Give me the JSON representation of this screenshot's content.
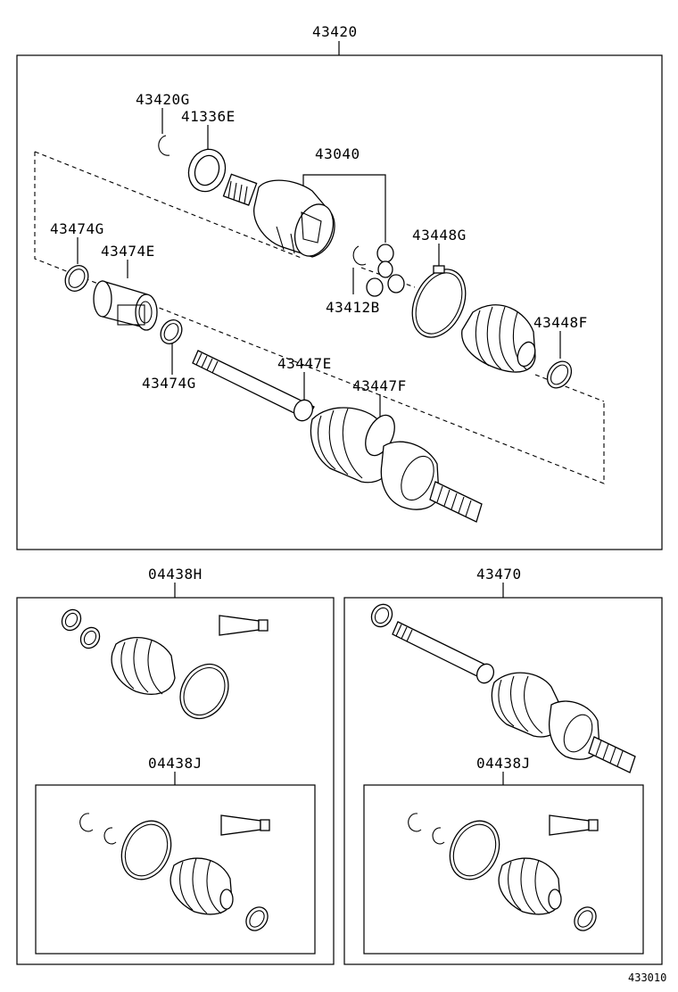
{
  "labels": {
    "main_assembly": "43420",
    "snap_ring_inner": "43420G",
    "seal": "41336E",
    "inboard_joint": "43040",
    "boot_clamp_left_a": "43474G",
    "damper": "43474E",
    "boot_clamp_left_b": "43474G",
    "snap_ring_tripod": "43412B",
    "clamp_large": "43448G",
    "clamp_small": "43448F",
    "clamp_outer_small": "43447E",
    "clamp_outer_large": "43447F",
    "boot_kit_outboard": "04438H",
    "outboard_joint": "43470",
    "boot_kit_inboard_left": "04438J",
    "boot_kit_inboard_right": "04438J",
    "diagram_ref": "433010"
  }
}
